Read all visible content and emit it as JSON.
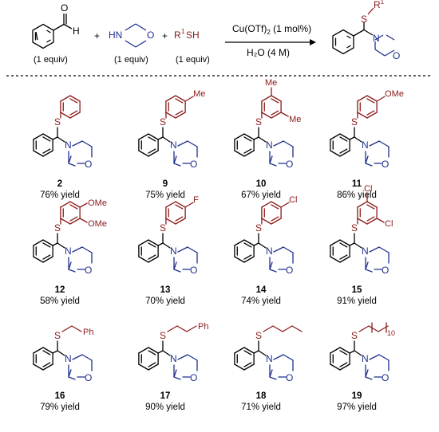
{
  "colors": {
    "black": "#000000",
    "red": "#8b1a1a",
    "blue": "#1f2f8c"
  },
  "reaction": {
    "aldehyde_o": "O",
    "aldehyde_h": "H",
    "aldehyde_equiv": "(1 equiv)",
    "plus": "+",
    "amine_nh": "HN",
    "amine_o": "O",
    "amine_equiv": "(1 equiv)",
    "thiol_r": "R",
    "thiol_sup": "1",
    "thiol_sh": "SH",
    "thiol_equiv": "(1 equiv)",
    "catalyst_main": "Cu(OTf)",
    "catalyst_sub": "2",
    "catalyst_load": " (1 mol%)",
    "solvent": "H₂O (4 M)",
    "product_s": "S",
    "product_r": "R",
    "product_sup": "1",
    "product_n": "N",
    "product_o": "O"
  },
  "compounds": [
    {
      "number": "2",
      "yield": "76% yield"
    },
    {
      "number": "9",
      "yield": "75% yield",
      "substituent": "Me"
    },
    {
      "number": "10",
      "yield": "67% yield",
      "substituent_top": "Me",
      "substituent_right": "Me"
    },
    {
      "number": "11",
      "yield": "86% yield",
      "substituent": "OMe"
    },
    {
      "number": "12",
      "yield": "58% yield",
      "substituent_top": "OMe",
      "substituent_bottom": "OMe"
    },
    {
      "number": "13",
      "yield": "70% yield",
      "substituent": "F"
    },
    {
      "number": "14",
      "yield": "74% yield",
      "substituent": "Cl"
    },
    {
      "number": "15",
      "yield": "91% yield",
      "substituent_top": "Cl",
      "substituent_bottom": "Cl"
    },
    {
      "number": "16",
      "yield": "79% yield",
      "substituent": "Ph"
    },
    {
      "number": "17",
      "yield": "90% yield",
      "substituent": "Ph"
    },
    {
      "number": "18",
      "yield": "71% yield"
    },
    {
      "number": "19",
      "yield": "97% yield",
      "chain_subscript": "10"
    }
  ],
  "atoms": {
    "S": "S",
    "N": "N",
    "O": "O"
  }
}
